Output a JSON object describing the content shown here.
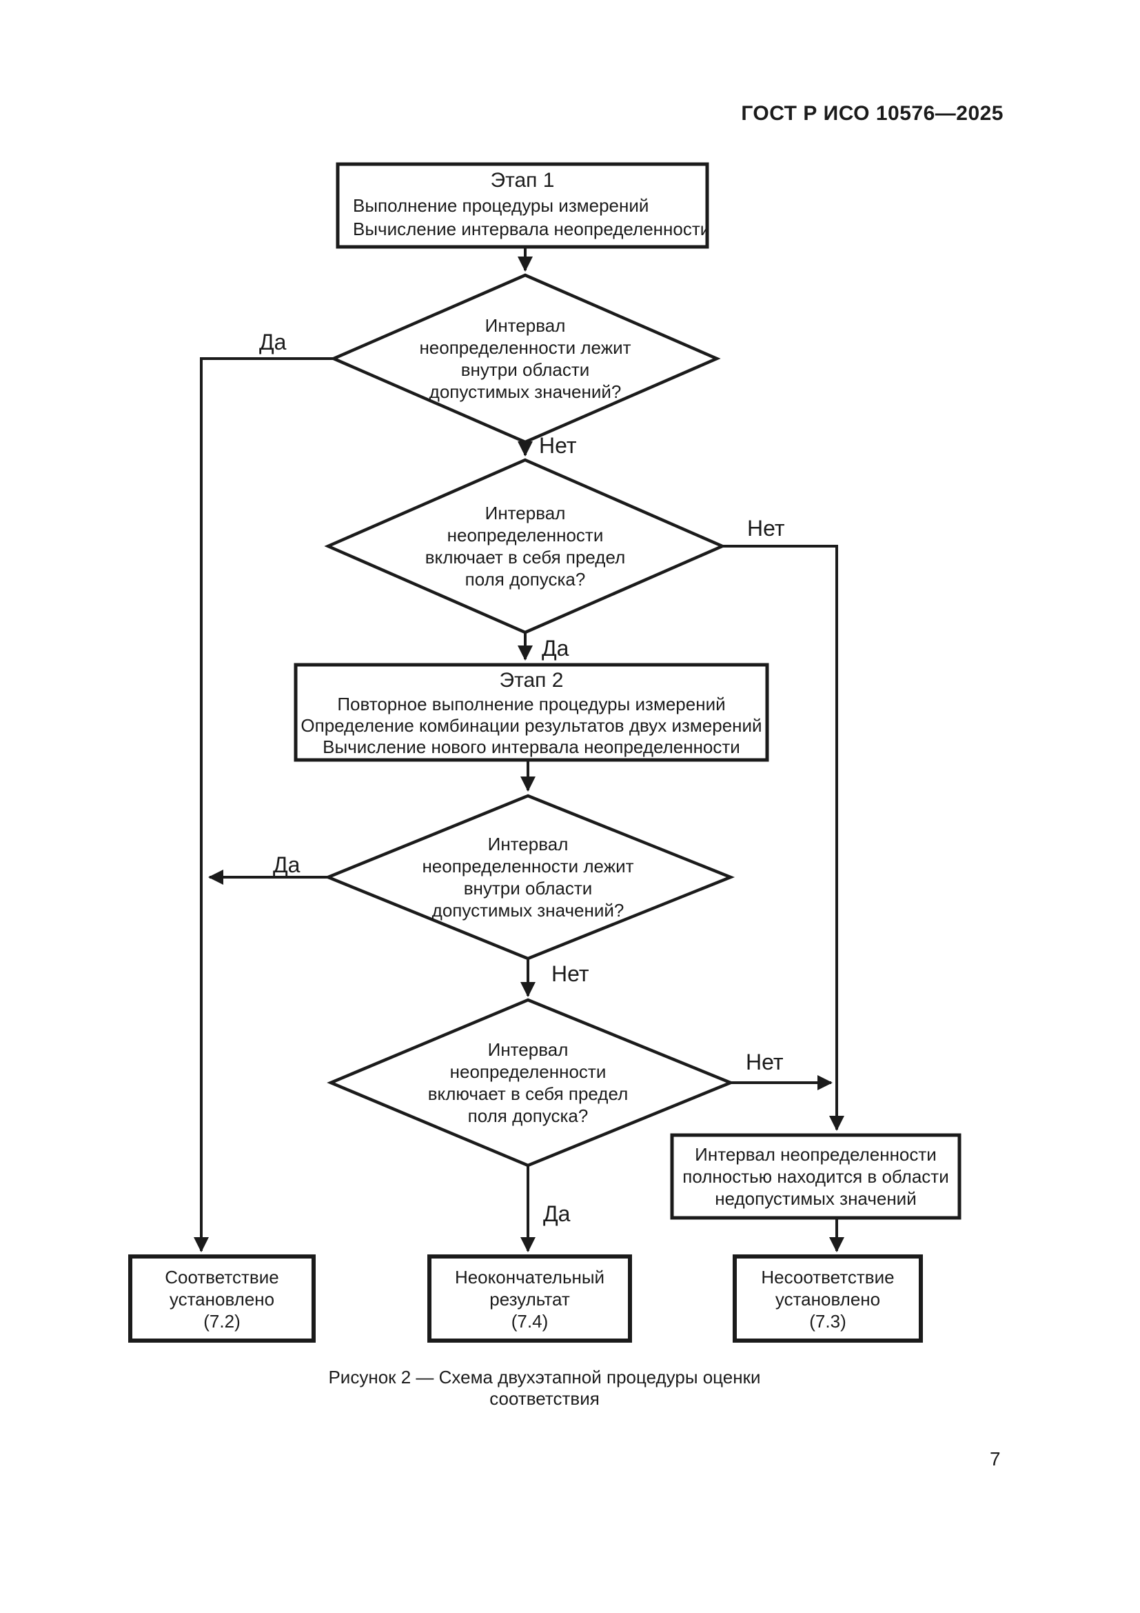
{
  "page": {
    "header": "ГОСТ Р ИСО 10576—2025",
    "figure_caption": "Рисунок 2 — Схема двухэтапной процедуры оценки соответствия",
    "page_number": "7",
    "ink_color": "#1b1b1b",
    "background_color": "#ffffff"
  },
  "flowchart": {
    "labels": {
      "yes": "Да",
      "no": "Нет"
    },
    "stage1": {
      "title": "Этап 1",
      "lines": [
        "Выполнение процедуры измерений",
        "Вычисление интервала неопределенности"
      ]
    },
    "decision1": {
      "lines": [
        "Интервал",
        "неопределенности лежит",
        "внутри области",
        "допустимых значений?"
      ]
    },
    "decision2": {
      "lines": [
        "Интервал",
        "неопределенности",
        "включает в себя предел",
        "поля допуска?"
      ]
    },
    "stage2": {
      "title": "Этап 2",
      "lines": [
        "Повторное выполнение процедуры измерений",
        "Определение комбинации результатов двух измерений",
        "Вычисление нового интервала неопределенности"
      ]
    },
    "decision3": {
      "lines": [
        "Интервал",
        "неопределенности лежит",
        "внутри области",
        "допустимых значений?"
      ]
    },
    "decision4": {
      "lines": [
        "Интервал",
        "неопределенности",
        "включает в себя предел",
        "поля допуска?"
      ]
    },
    "info_box": {
      "lines": [
        "Интервал неопределенности",
        "полностью находится в области",
        "недопустимых значений"
      ]
    },
    "outcome_conformity": {
      "lines": [
        "Соответствие",
        "установлено",
        "(7.2)"
      ]
    },
    "outcome_inconclusive": {
      "lines": [
        "Неокончательный",
        "результат",
        "(7.4)"
      ]
    },
    "outcome_nonconformity": {
      "lines": [
        "Несоответствие",
        "установлено",
        "(7.3)"
      ]
    }
  }
}
